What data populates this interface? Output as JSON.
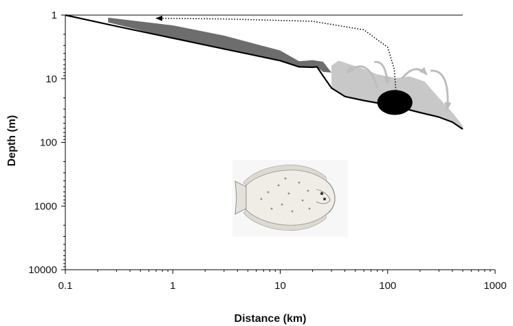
{
  "chart_data": {
    "type": "area",
    "title": "",
    "xlabel": "Distance (km)",
    "ylabel": "Depth (m)",
    "x_scale": "log",
    "y_scale": "log",
    "y_inverted": true,
    "xlim": [
      0.1,
      1000
    ],
    "ylim": [
      1,
      10000
    ],
    "x_ticks": [
      0.1,
      1,
      10,
      100,
      1000
    ],
    "x_tick_labels": [
      "0.1",
      "1",
      "10",
      "100",
      "1000"
    ],
    "y_ticks": [
      1,
      10,
      100,
      1000,
      10000
    ],
    "y_tick_labels": [
      "1",
      "10",
      "100",
      "1000",
      "10000"
    ],
    "grid": false,
    "legend": "none",
    "colors": {
      "seabed": "#000000",
      "nursery": "#6d6d6d",
      "adult_range": "#c8c8c8",
      "spawning": "#000000",
      "arrows": "#bdbdbd"
    },
    "seabed_profile": {
      "x": [
        0.1,
        0.3,
        1,
        3,
        10,
        15,
        20,
        22,
        25,
        30,
        40,
        60,
        80,
        100,
        150,
        200,
        300,
        400,
        500
      ],
      "y": [
        1,
        1.5,
        2.3,
        3.4,
        5.2,
        6.5,
        6.6,
        6.5,
        9,
        14,
        19,
        22,
        24,
        26,
        30,
        34,
        40,
        48,
        62
      ]
    },
    "nursery_band": {
      "x": [
        0.25,
        1,
        3,
        10,
        15,
        20,
        25,
        30,
        25,
        22,
        20,
        15,
        10,
        3,
        1,
        0.25
      ],
      "y": [
        1.1,
        1.45,
        2.1,
        3.6,
        5.3,
        5.1,
        5.4,
        8,
        7.8,
        6.5,
        6.6,
        6.5,
        5.2,
        3.4,
        2.3,
        1.3
      ]
    },
    "adult_range_area": {
      "x": [
        30,
        35,
        40,
        60,
        80,
        120,
        160,
        220,
        300,
        400,
        500,
        500,
        400,
        300,
        200,
        150,
        100,
        80,
        60,
        40,
        30
      ],
      "y": [
        6.2,
        5.2,
        5.6,
        7,
        8.5,
        9.8,
        9.2,
        11,
        20,
        34,
        55,
        62,
        48,
        40,
        34,
        30,
        26,
        24,
        22,
        19,
        14
      ]
    },
    "spawning_ground": {
      "center_x": 120,
      "center_y": 23,
      "x_range": [
        80,
        170
      ],
      "y_range": [
        15,
        37
      ]
    },
    "larval_drift": {
      "x": [
        120,
        115,
        100,
        60,
        20,
        3,
        0.7
      ],
      "y": [
        17,
        7,
        3.2,
        1.7,
        1.25,
        1.15,
        1.12
      ]
    },
    "reference_line": {
      "x": [
        0.1,
        500
      ],
      "y": [
        1,
        1
      ]
    },
    "illustration": "flatfish"
  }
}
